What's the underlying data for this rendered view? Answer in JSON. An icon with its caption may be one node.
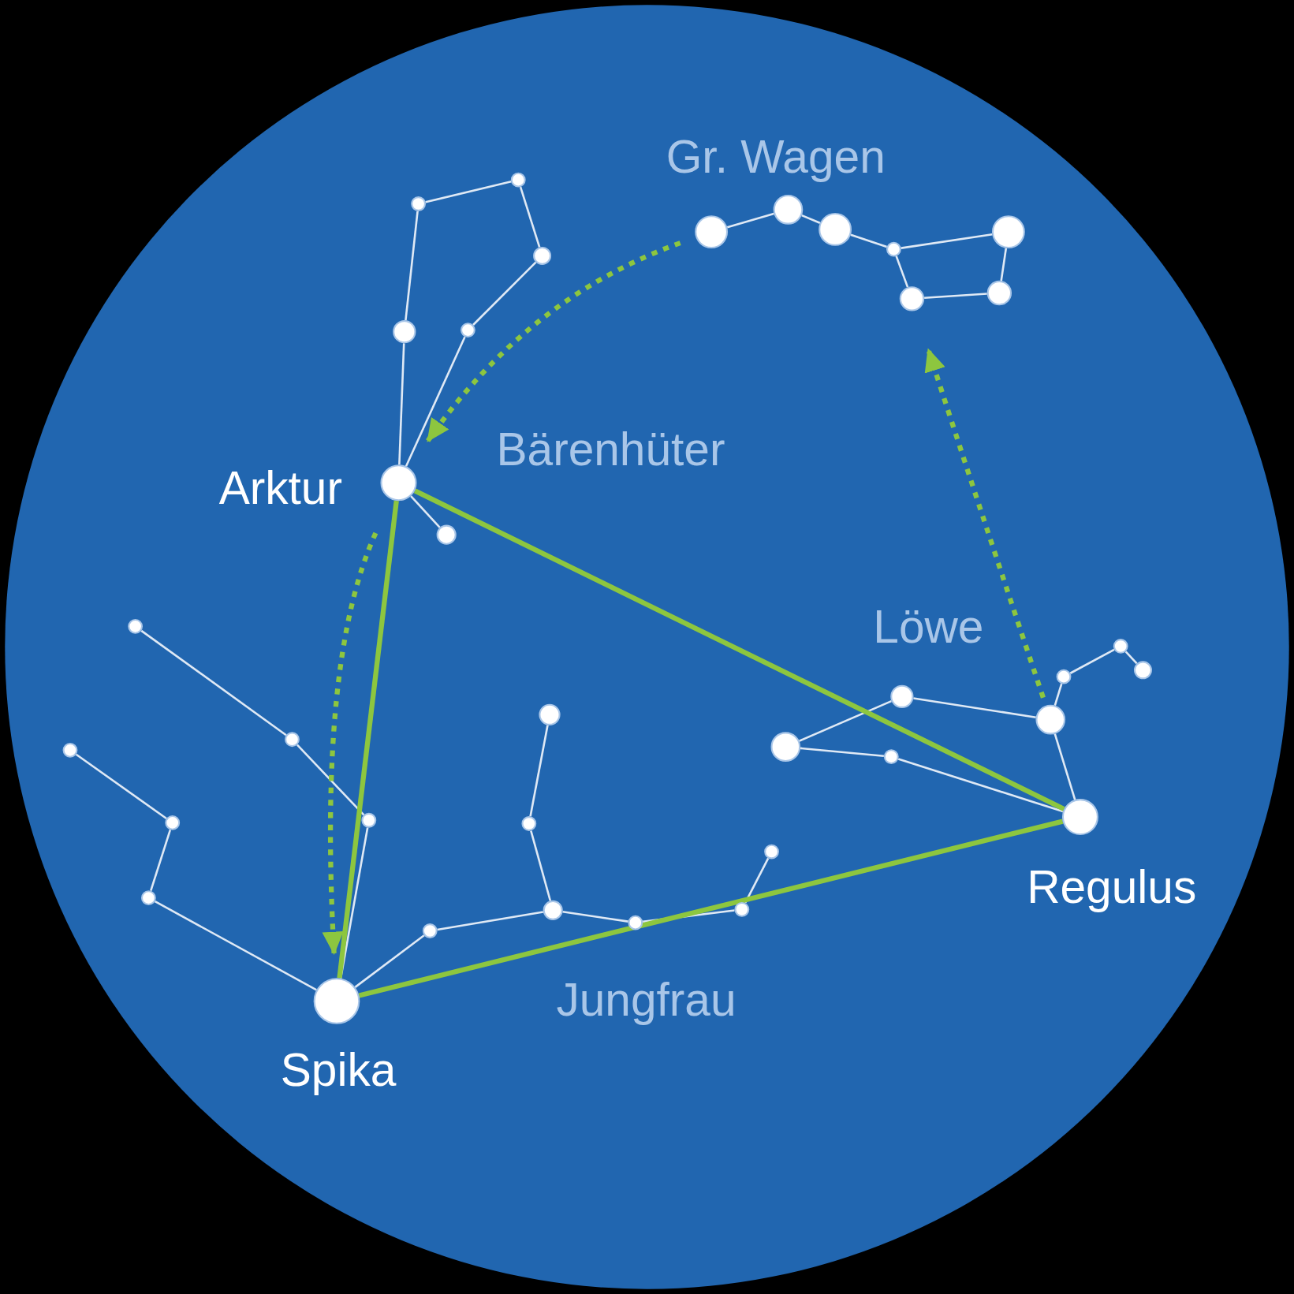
{
  "diagram": {
    "nodes": [
      {
        "text": [],
        "shape": "circle",
        "beside": [
          "Arktur"
        ]
      },
      {
        "text": [],
        "shape": "circle"
      },
      {
        "text": [],
        "shape": "circle"
      },
      {
        "text": [],
        "shape": "circle"
      },
      {
        "text": [],
        "shape": "circle"
      },
      {
        "text": [],
        "shape": "circle"
      },
      {
        "text": [],
        "shape": "circle"
      },
      {
        "text": [],
        "shape": "circle"
      },
      {
        "text": [],
        "shape": "circle"
      },
      {
        "text": [],
        "shape": "circle"
      },
      {
        "text": [],
        "shape": "circle"
      },
      {
        "text": [],
        "shape": "circle"
      },
      {
        "text": [],
        "shape": "circle"
      },
      {
        "text": [],
        "shape": "circle"
      },
      {
        "text": [],
        "shape": "circle",
        "beside": [
          "Regulus"
        ]
      },
      {
        "text": [],
        "shape": "circle"
      },
      {
        "text": [],
        "shape": "circle"
      },
      {
        "text": [],
        "shape": "circle"
      },
      {
        "text": [],
        "shape": "circle"
      },
      {
        "text": [],
        "shape": "circle"
      },
      {
        "text": [],
        "shape": "circle"
      },
      {
        "text": [],
        "shape": "circle"
      },
      {
        "text": [],
        "shape": "circle",
        "beside": [
          "Spika"
        ]
      },
      {
        "text": [],
        "shape": "circle"
      },
      {
        "text": [],
        "shape": "circle"
      },
      {
        "text": [],
        "shape": "circle"
      },
      {
        "text": [],
        "shape": "circle"
      },
      {
        "text": [],
        "shape": "circle"
      },
      {
        "text": [],
        "shape": "circle"
      },
      {
        "text": [],
        "shape": "circle"
      },
      {
        "text": [],
        "shape": "circle"
      },
      {
        "text": [],
        "shape": "circle"
      },
      {
        "text": [],
        "shape": "circle"
      },
      {
        "text": [],
        "shape": "circle"
      },
      {
        "text": [],
        "shape": "circle"
      },
      {
        "text": [],
        "shape": "circle"
      }
    ],
    "edges": [
      {
        "from": 0,
        "to": 1,
        "arrow": "none"
      },
      {
        "from": 0,
        "to": 2,
        "arrow": "none"
      },
      {
        "from": 2,
        "to": 3,
        "arrow": "none"
      },
      {
        "from": 3,
        "to": 4,
        "arrow": "none"
      },
      {
        "from": 4,
        "to": 5,
        "arrow": "none"
      },
      {
        "from": 5,
        "to": 6,
        "arrow": "none"
      },
      {
        "from": 6,
        "to": 0,
        "arrow": "none"
      },
      {
        "from": 7,
        "to": 8,
        "arrow": "none"
      },
      {
        "from": 8,
        "to": 9,
        "arrow": "none"
      },
      {
        "from": 9,
        "to": 10,
        "arrow": "none"
      },
      {
        "from": 10,
        "to": 11,
        "arrow": "none"
      },
      {
        "from": 11,
        "to": 12,
        "arrow": "none"
      },
      {
        "from": 12,
        "to": 13,
        "arrow": "none"
      },
      {
        "from": 13,
        "to": 10,
        "arrow": "none"
      },
      {
        "from": 14,
        "to": 15,
        "arrow": "none"
      },
      {
        "from": 15,
        "to": 16,
        "arrow": "none"
      },
      {
        "from": 16,
        "to": 17,
        "arrow": "none"
      },
      {
        "from": 17,
        "to": 18,
        "arrow": "none"
      },
      {
        "from": 15,
        "to": 19,
        "arrow": "none"
      },
      {
        "from": 19,
        "to": 20,
        "arrow": "none"
      },
      {
        "from": 20,
        "to": 21,
        "arrow": "none"
      },
      {
        "from": 21,
        "to": 14,
        "arrow": "none"
      },
      {
        "from": 22,
        "to": 23,
        "arrow": "none"
      },
      {
        "from": 23,
        "to": 24,
        "arrow": "none"
      },
      {
        "from": 24,
        "to": 25,
        "arrow": "none"
      },
      {
        "from": 22,
        "to": 26,
        "arrow": "none"
      },
      {
        "from": 26,
        "to": 27,
        "arrow": "none"
      },
      {
        "from": 27,
        "to": 28,
        "arrow": "none"
      },
      {
        "from": 22,
        "to": 29,
        "arrow": "none"
      },
      {
        "from": 29,
        "to": 30,
        "arrow": "none"
      },
      {
        "from": 30,
        "to": 31,
        "arrow": "none"
      },
      {
        "from": 31,
        "to": 32,
        "arrow": "none"
      },
      {
        "from": 30,
        "to": 33,
        "arrow": "none"
      },
      {
        "from": 33,
        "to": 34,
        "arrow": "none"
      },
      {
        "from": 34,
        "to": 35,
        "arrow": "none"
      },
      {
        "from": 0,
        "to": 22,
        "arrow": "none",
        "style": "thick",
        "color": "#8dc63f"
      },
      {
        "from": 0,
        "to": 14,
        "arrow": "none",
        "style": "thick",
        "color": "#8dc63f"
      },
      {
        "from": 22,
        "to": 14,
        "arrow": "none",
        "style": "thick",
        "color": "#8dc63f"
      },
      {
        "from": 7,
        "to": 0,
        "arrow": "to",
        "style": "dashed",
        "color": "#8dc63f"
      },
      {
        "from": 0,
        "to": 22,
        "arrow": "to",
        "style": "dashed",
        "color": "#8dc63f"
      },
      {
        "from": 15,
        "to": 13,
        "arrow": "to",
        "style": "dashed",
        "color": "#8dc63f"
      }
    ],
    "labels": [
      "Gr. Wagen",
      "Bärenhüter",
      "Löwe",
      "Jungfrau"
    ]
  }
}
